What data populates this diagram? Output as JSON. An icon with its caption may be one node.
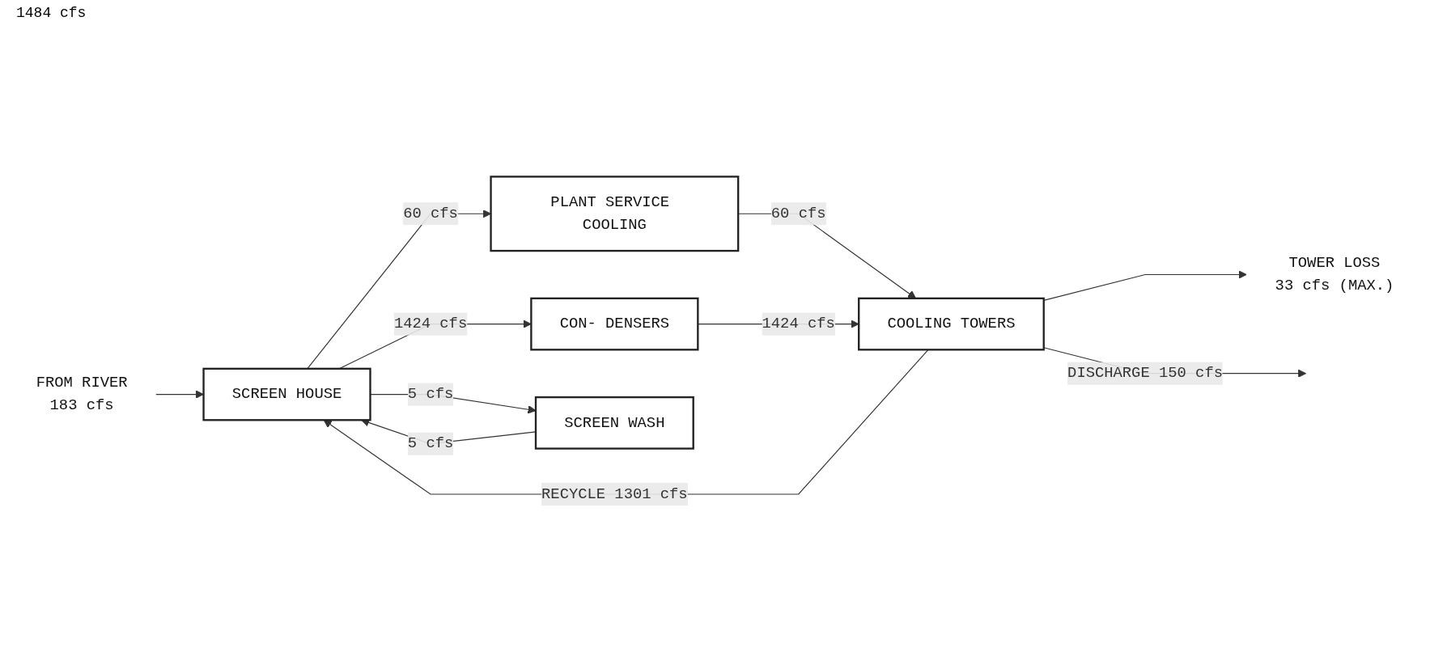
{
  "diagram": {
    "nodes": [
      {
        "text": [
          "FROM RIVER",
          "183 cfs"
        ]
      },
      {
        "text": [
          "PLANT SERVICE COOLING"
        ]
      },
      {
        "text": [
          "SCREEN HOUSE"
        ]
      },
      {
        "text": [
          "CON- DENSERS"
        ]
      },
      {
        "text": [
          "COOLING TOWERS"
        ]
      },
      {
        "text": [
          "TOWER LOSS",
          "33 cfs (MAX.)"
        ]
      },
      {
        "text": [
          "SCREEN WASH"
        ]
      }
    ],
    "edges": [
      {
        "from": 0,
        "to": 2,
        "arrow": "to"
      },
      {
        "from": 2,
        "to": 1,
        "arrow": "to",
        "label": "60 cfs"
      },
      {
        "from": 1,
        "to": 4,
        "arrow": "to",
        "label": "60 cfs"
      },
      {
        "from": 2,
        "to": 3,
        "arrow": "to",
        "label": "1424 cfs"
      },
      {
        "from": 3,
        "to": 4,
        "arrow": "to",
        "label": "1424 cfs"
      },
      {
        "from": 4,
        "to": 5,
        "arrow": "to"
      },
      {
        "from": 4,
        "to": null,
        "arrow": "to",
        "label": "DISCHARGE 150 cfs"
      },
      {
        "from": 4,
        "to": 2,
        "arrow": "to",
        "label": "RECYCLE 1301 cfs"
      },
      {
        "from": 2,
        "to": 6,
        "arrow": "to",
        "label": "5 cfs"
      },
      {
        "from": 6,
        "to": 2,
        "arrow": "to",
        "label": "5 cfs"
      }
    ],
    "labels": [
      "1484 cfs"
    ]
  }
}
